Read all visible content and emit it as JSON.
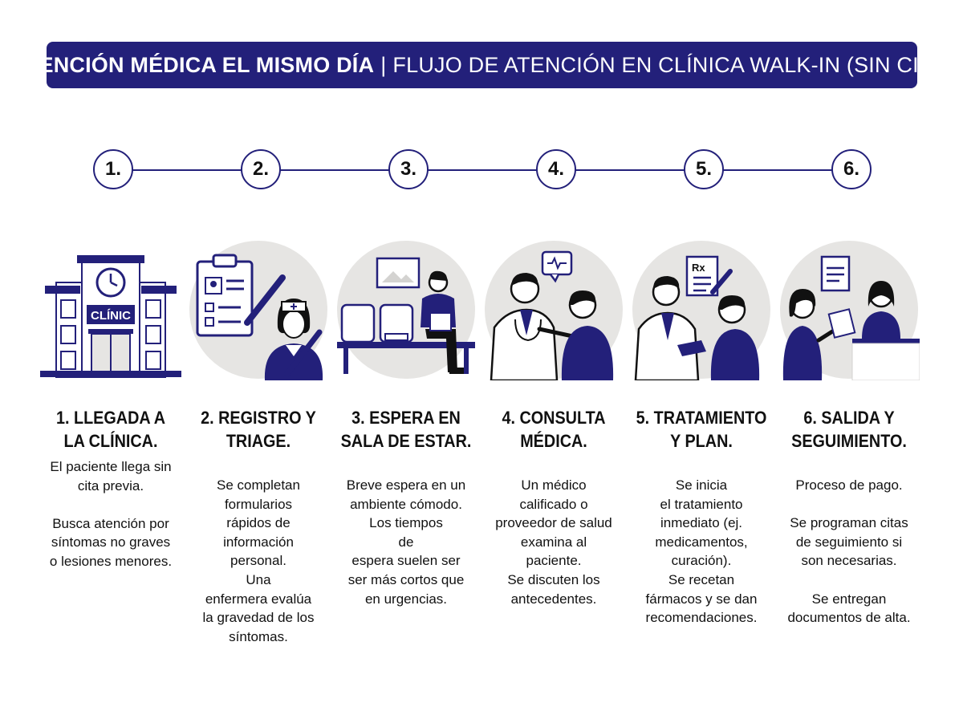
{
  "header": {
    "title_bold": "ATENCIÓN MÉDICA EL MISMO DÍA",
    "separator": "|",
    "title_rest": "FLUJO DE ATENCIÓN EN CLÍNICA WALK-IN (SIN CITA)"
  },
  "colors": {
    "navy": "#23207a",
    "circle_bg": "#e6e5e3",
    "gray": "#d4d3d1"
  },
  "steps": [
    {
      "number": "1.",
      "title": "1. LLEGADA A\nLA CLÍNICA.",
      "description": "El paciente llega sin\ncita previa.\n\nBusca atención por\nsíntomas no graves\no lesiones menores.",
      "sign_text": "CLÍNIC",
      "icon": "clinic-building-icon"
    },
    {
      "number": "2.",
      "title": "2. REGISTRO Y\nTRIAGE.",
      "description": "Se completan\nformularios\nrápidos de\ninformación\npersonal.\nUna\nenfermera evalúa\nla gravedad de los\nsíntomas.",
      "icon": "clipboard-nurse-icon"
    },
    {
      "number": "3.",
      "title": "3. ESPERA EN\nSALA DE ESTAR.",
      "description": "Breve espera en un\nambiente cómodo.\nLos tiempos\nde\nespera suelen ser\nser más cortos que\nen urgencias.",
      "icon": "waiting-room-icon"
    },
    {
      "number": "4.",
      "title": "4. CONSULTA\nMÉDICA.",
      "description": "Un médico\ncalificado o\nproveedor de salud\nexamina al\npaciente.\nSe discuten los\nantecedentes.",
      "icon": "doctor-consultation-icon"
    },
    {
      "number": "5.",
      "title": "5. TRATAMIENTO\nY PLAN.",
      "description": "Se inicia\nel tratamiento\ninmediato (ej.\nmedicamentos,\ncuración).\nSe recetan\nfármacos y se dan\nrecomendaciones.",
      "rx_text": "Rx",
      "icon": "treatment-prescription-icon"
    },
    {
      "number": "6.",
      "title": "6. SALIDA Y\nSEGUIMIENTO.",
      "description": "Proceso de pago.\n\nSe programan citas\nde seguimiento si\nson necesarias.\n\nSe entregan\ndocumentos de alta.",
      "icon": "reception-checkout-icon"
    }
  ]
}
